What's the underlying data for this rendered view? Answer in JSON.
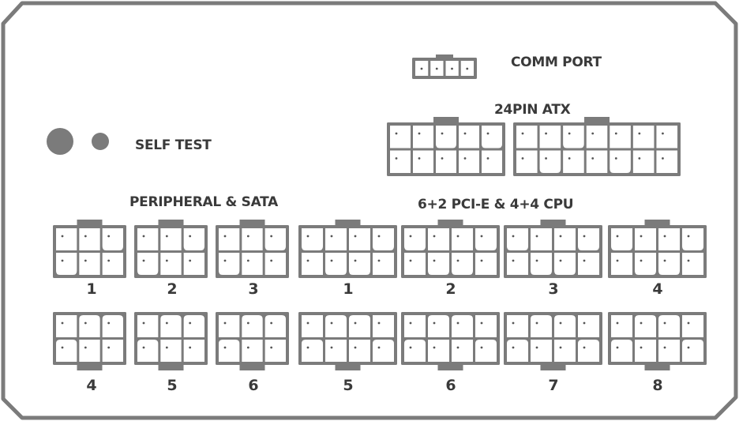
{
  "labels": {
    "comm_port": "COMM PORT",
    "atx": "24PIN ATX",
    "self_test": "SELF TEST",
    "peripheral": "PERIPHERAL & SATA",
    "pcie": "6+2 PCI-E & 4+4 CPU"
  },
  "peripheral_ports": {
    "top": [
      "1",
      "2",
      "3"
    ],
    "bottom": [
      "4",
      "5",
      "6"
    ]
  },
  "pcie_ports": {
    "top": [
      "1",
      "2",
      "3",
      "4"
    ],
    "bottom": [
      "5",
      "6",
      "7",
      "8"
    ]
  },
  "colors": {
    "outline": "#7b7b7b",
    "text": "#3a3a3a",
    "pin_fill": "#ffffff"
  }
}
